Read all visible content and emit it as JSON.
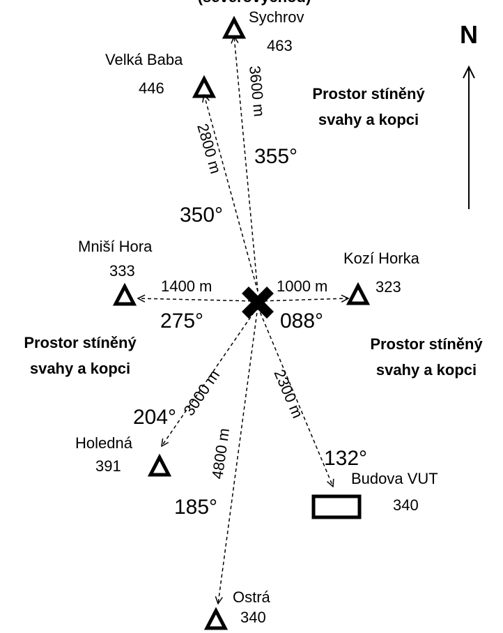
{
  "header": {
    "cut_title": "(severovýchod)"
  },
  "north_label": "N",
  "center_marker": {
    "icon": "x-cross-icon"
  },
  "regions": [
    {
      "line1": "Prostor stíněný",
      "line2": "svahy a kopci"
    },
    {
      "line1": "Prostor stíněný",
      "line2": "svahy a kopci"
    },
    {
      "line1": "Prostor stíněný",
      "line2": "svahy a kopci"
    }
  ],
  "targets": [
    {
      "name": "Sychrov",
      "altitude": "463",
      "distance": "3600 m",
      "bearing": "355°",
      "icon": "triangle-icon"
    },
    {
      "name": "Velká Baba",
      "altitude": "446",
      "distance": "2800 m",
      "bearing": "350°",
      "icon": "triangle-icon"
    },
    {
      "name": "Mniší Hora",
      "altitude": "333",
      "distance": "1400 m",
      "bearing": "275°",
      "icon": "triangle-icon"
    },
    {
      "name": "Kozí Horka",
      "altitude": "323",
      "distance": "1000 m",
      "bearing": "088°",
      "icon": "triangle-icon"
    },
    {
      "name": "Holedná",
      "altitude": "391",
      "distance": "3000 m",
      "bearing": "204°",
      "icon": "triangle-icon"
    },
    {
      "name": "Ostrá",
      "altitude": "340",
      "distance": "4800 m",
      "bearing": "185°",
      "icon": "triangle-icon"
    },
    {
      "name": "Budova VUT",
      "altitude": "340",
      "distance": "2300 m",
      "bearing": "132°",
      "icon": "rectangle-icon"
    }
  ]
}
